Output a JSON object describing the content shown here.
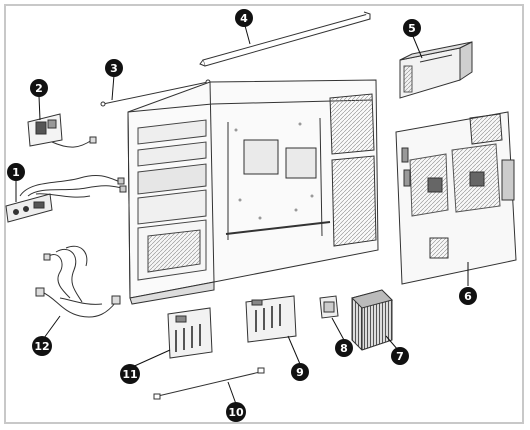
{
  "callouts": {
    "c1": "1",
    "c2": "2",
    "c3": "3",
    "c4": "4",
    "c5": "5",
    "c6": "6",
    "c7": "7",
    "c8": "8",
    "c9": "9",
    "c10": "10",
    "c11": "11",
    "c12": "12"
  },
  "colors": {
    "line": "#333333",
    "light_line": "#777777",
    "callout": "#111111",
    "watermark_orange": "#f4a24a",
    "watermark_blue": "#7fb0e0"
  }
}
